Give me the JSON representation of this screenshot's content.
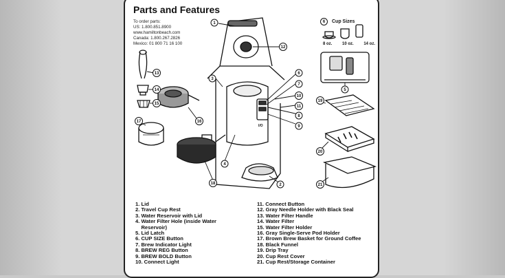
{
  "title": "Parts and Features",
  "order": {
    "heading": "To order parts:",
    "us": "US: 1.800.851.8900",
    "web": "www.hamiltonbeach.com",
    "canada": "Canada: 1.800.267.2826",
    "mexico": "Mexico: 01 800 71 16 100"
  },
  "cup_sizes": {
    "number": "6",
    "label": "Cup Sizes",
    "sizes": [
      "8 oz.",
      "10 oz.",
      "14 oz."
    ]
  },
  "callouts": [
    "1",
    "2",
    "3",
    "4",
    "5",
    "6",
    "7",
    "8",
    "9",
    "10",
    "11",
    "12",
    "13",
    "14",
    "15",
    "16",
    "17",
    "18",
    "19",
    "20",
    "21"
  ],
  "legend_left": [
    "1. Lid",
    "2. Travel Cup Rest",
    "3. Water Reservoir with Lid",
    "4. Water Filter Hole (inside Water",
    "    Reservoir)",
    "5. Lid Latch",
    "6. CUP SIZE Button",
    "7. Brew Indicator Light",
    "8. BREW REG Button",
    "9. BREW BOLD Button",
    "10. Connect Light"
  ],
  "legend_right": [
    "11. Connect Button",
    "12. Gray Needle Holder with Black Seal",
    "13. Water Filter Handle",
    "14. Water Filter",
    "15. Water Filter Holder",
    "16. Gray Single-Serve Pod Holder",
    "17. Brown Brew Basket for Ground Coffee",
    "18. Black Funnel",
    "19. Drip Tray",
    "20. Cup Rest Cover",
    "21. Cup Rest/Storage Container"
  ],
  "panel_label": "I/O"
}
